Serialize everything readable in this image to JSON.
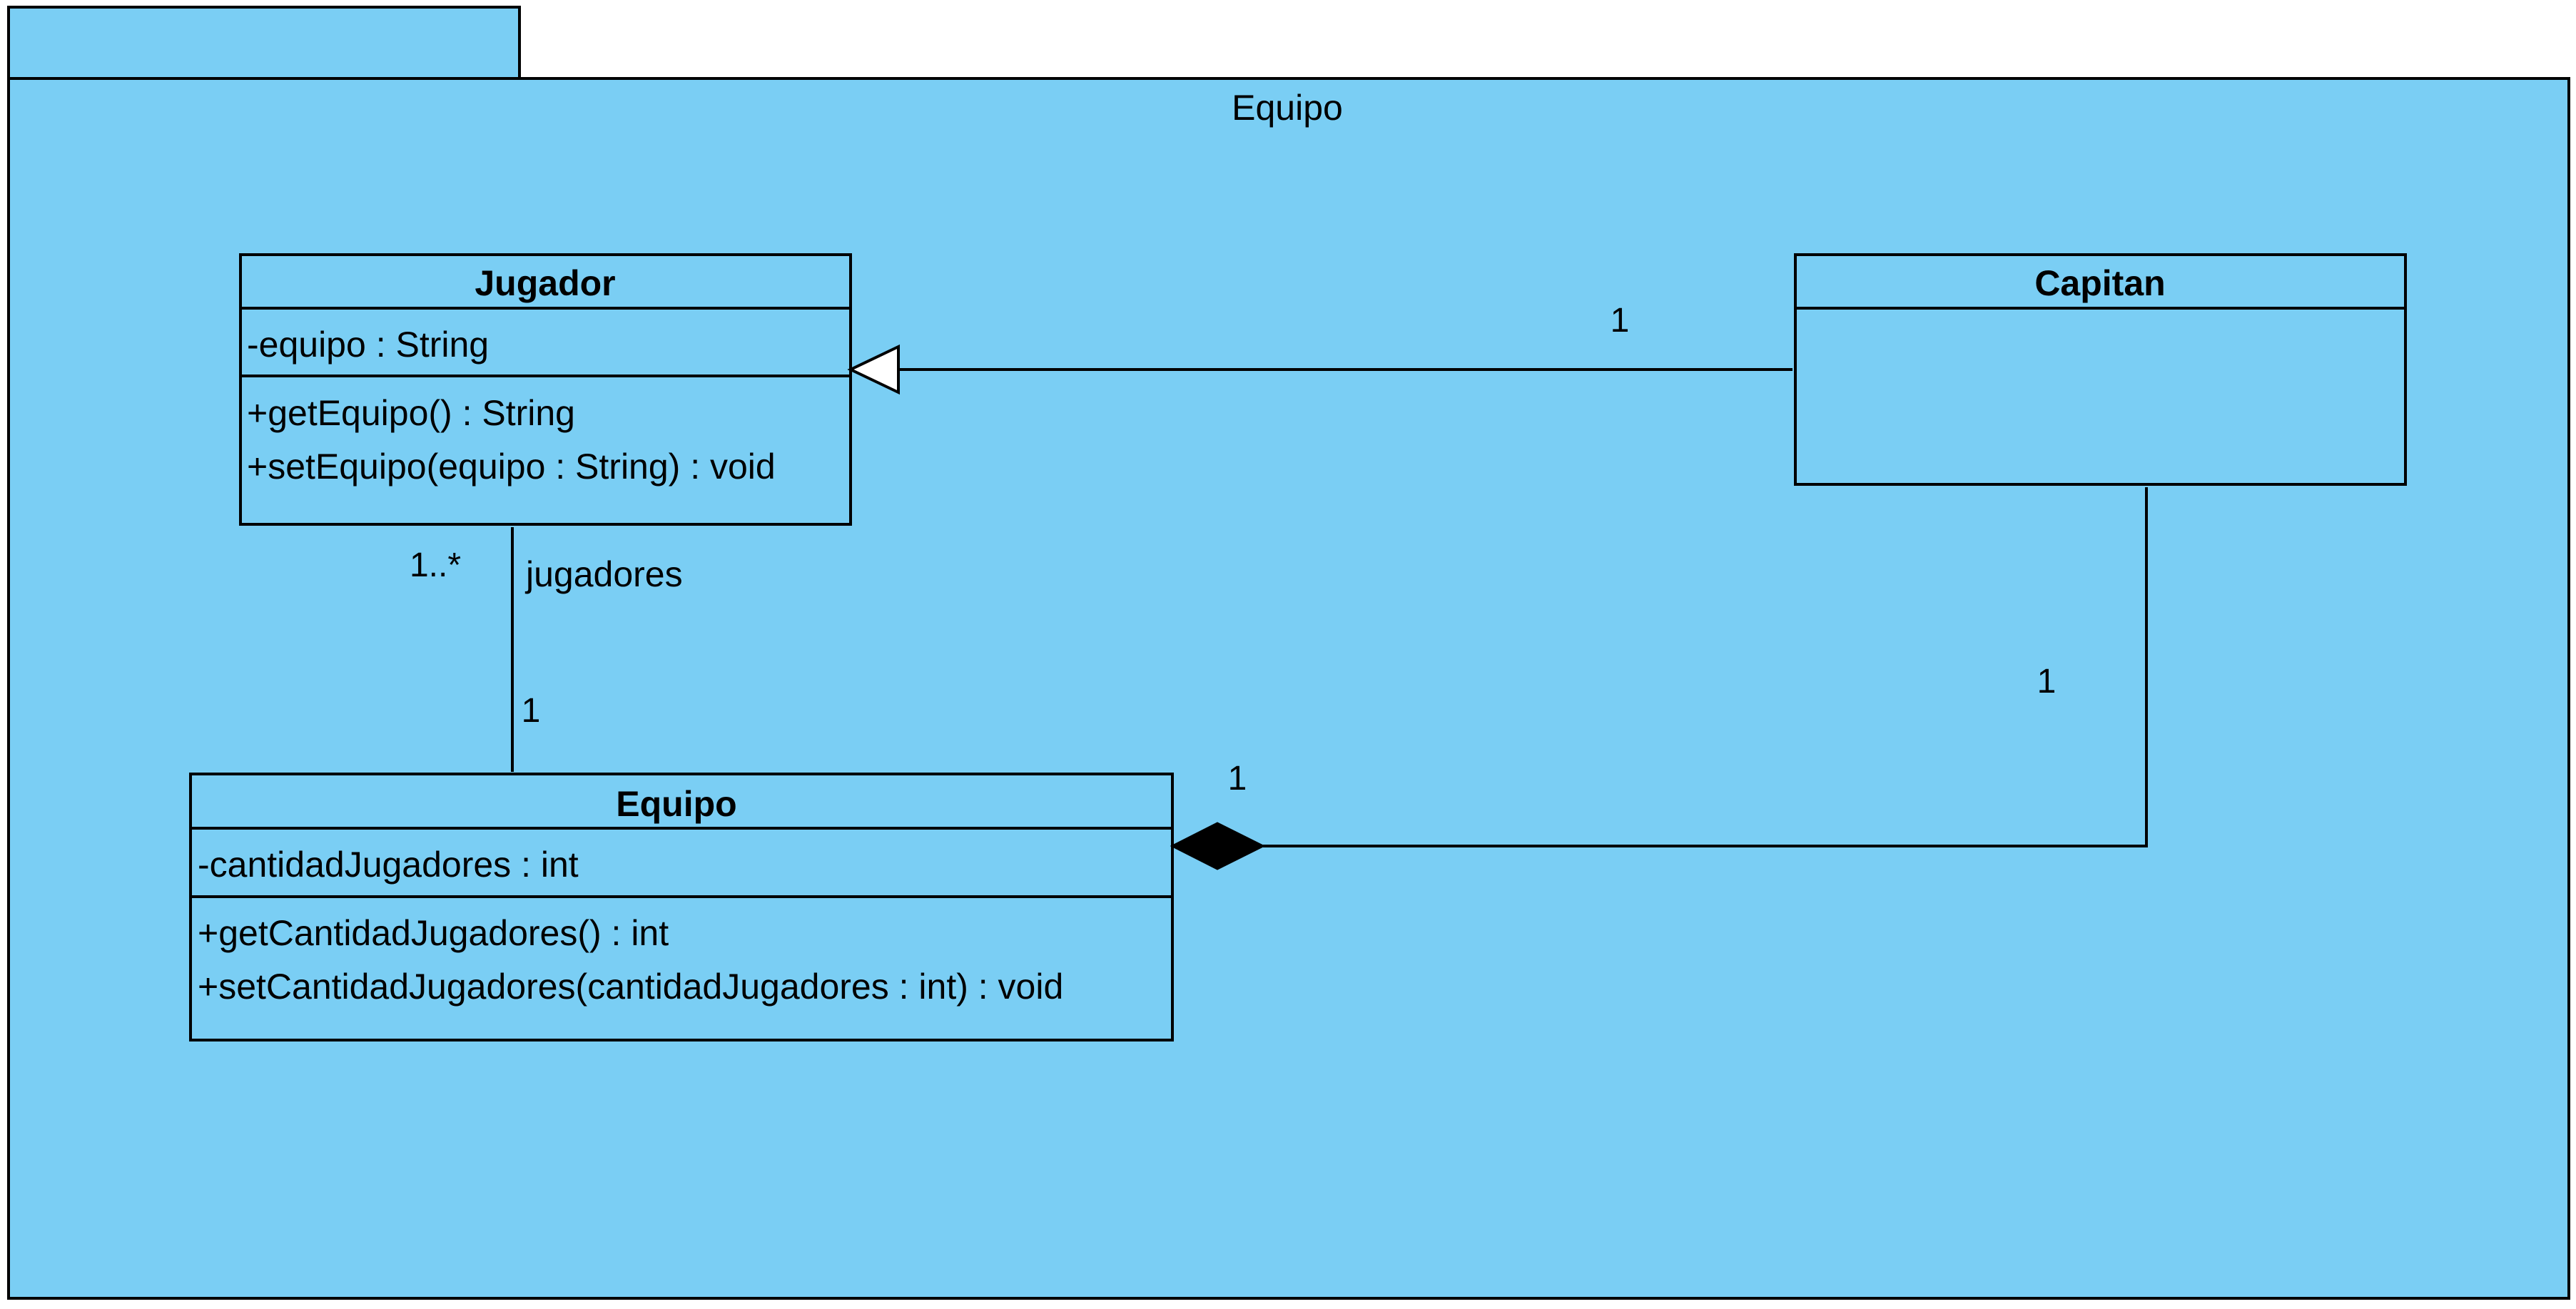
{
  "package": {
    "name": "Equipo"
  },
  "classes": {
    "jugador": {
      "name": "Jugador",
      "attributes": [
        "-equipo : String"
      ],
      "methods": [
        "+getEquipo() : String",
        "+setEquipo(equipo : String) : void"
      ]
    },
    "capitan": {
      "name": "Capitan",
      "attributes": [],
      "methods": []
    },
    "equipo": {
      "name": "Equipo",
      "attributes": [
        "-cantidadJugadores : int"
      ],
      "methods": [
        "+getCantidadJugadores() : int",
        "+setCantidadJugadores(cantidadJugadores : int) : void"
      ]
    }
  },
  "relationships": {
    "generalization": {
      "from": "Capitan",
      "to": "Jugador",
      "multiplicity_capitan": "1"
    },
    "association": {
      "between": [
        "Jugador",
        "Equipo"
      ],
      "role": "jugadores",
      "multiplicity_jugador": "1..*",
      "multiplicity_equipo": "1"
    },
    "composition": {
      "whole": "Equipo",
      "part": "Capitan",
      "multiplicity_capitan": "1",
      "multiplicity_equipo": "1"
    }
  }
}
